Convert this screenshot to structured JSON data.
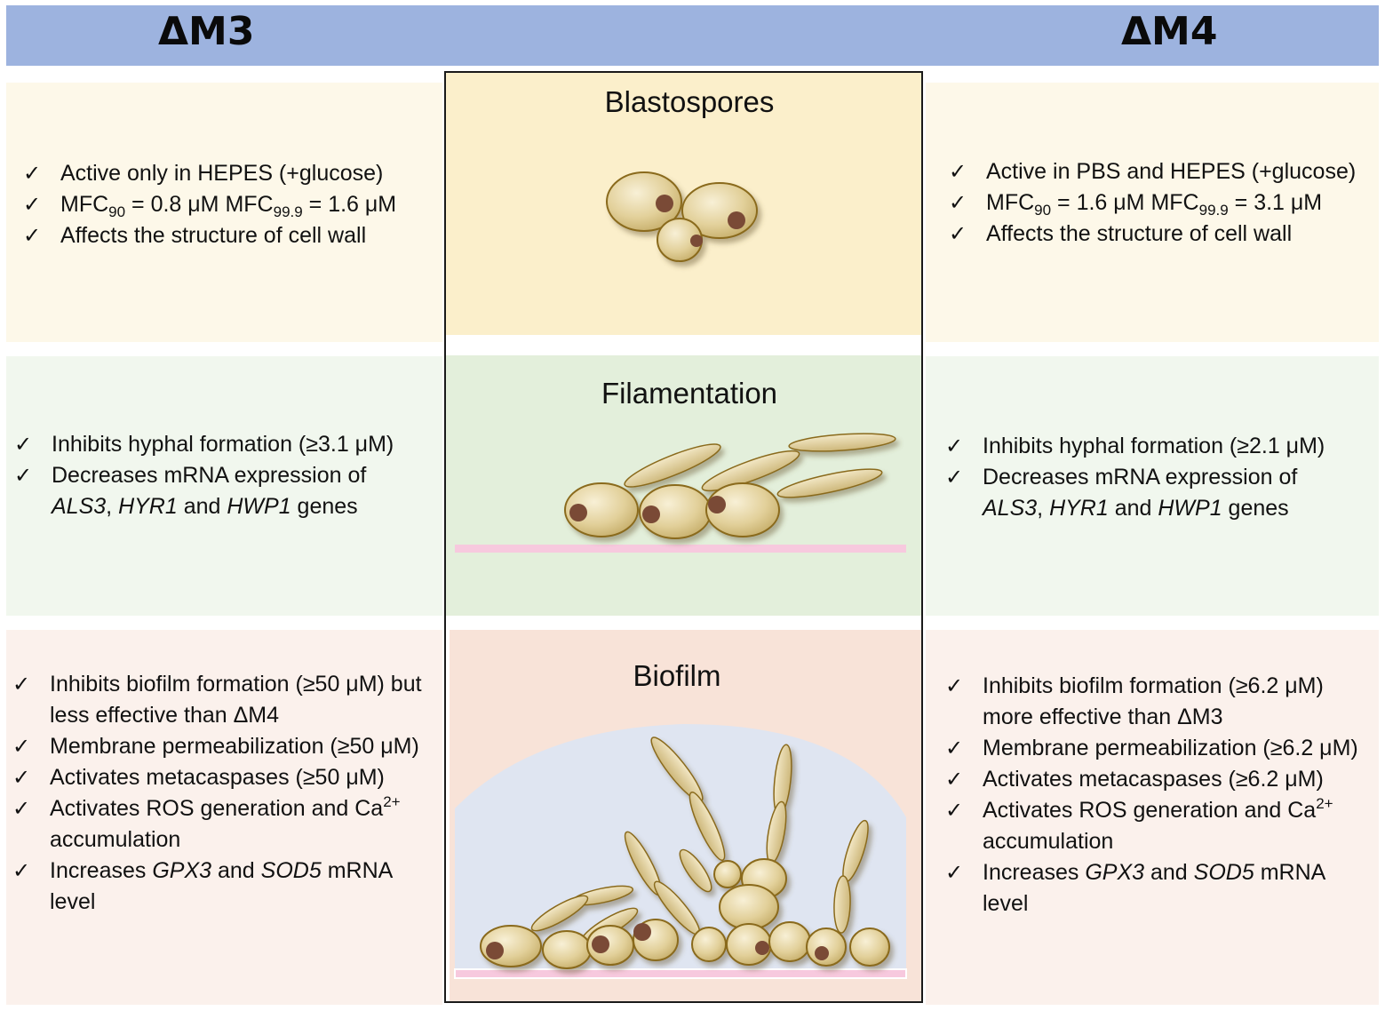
{
  "header": {
    "left_title": "ΔM3",
    "right_title": "ΔM4"
  },
  "sections": {
    "blastospores": {
      "title": "Blastospores"
    },
    "filamentation": {
      "title": "Filamentation"
    },
    "biofilm": {
      "title": "Biofilm"
    }
  },
  "left": {
    "blastospores": {
      "item1": "Active only in HEPES (+glucose)",
      "item2": {
        "mfc": "MFC",
        "sub1": "90",
        "mid": " = 0.8 μM MFC",
        "sub2": "99.9",
        "end": " = 1.6 μM"
      },
      "item3": "Affects the structure of cell wall"
    },
    "filamentation": {
      "item1": "Inhibits hyphal formation (≥3.1 μM)",
      "item2_text": "Decreases mRNA expression of",
      "gene1": "ALS3",
      "sep1": ", ",
      "gene2": "HYR1",
      "sep2": " and ",
      "gene3": "HWP1",
      "tail": " genes"
    },
    "biofilm": {
      "item1": "Inhibits biofilm formation (≥50 μM) but less effective than ΔM4",
      "item2": "Membrane permeabilization (≥50 μM)",
      "item3": "Activates metacaspases (≥50 μM)",
      "item4_pre": "Activates ROS generation and Ca",
      "item4_sup": "2+",
      "item4_post": " accumulation",
      "item5_pre": "Increases ",
      "item5_g1": "GPX3",
      "item5_mid": " and ",
      "item5_g2": "SOD5",
      "item5_post": " mRNA level"
    }
  },
  "right": {
    "blastospores": {
      "item1": "Active in PBS and HEPES (+glucose)",
      "item2": {
        "mfc": "MFC",
        "sub1": "90",
        "mid": " = 1.6 μM MFC",
        "sub2": "99.9",
        "end": " = 3.1 μM"
      },
      "item3": "Affects the structure of cell wall"
    },
    "filamentation": {
      "item1": "Inhibits hyphal formation (≥2.1 μM)",
      "item2_text": "Decreases mRNA expression of",
      "gene1": "ALS3",
      "sep1": ", ",
      "gene2": "HYR1",
      "sep2": " and ",
      "gene3": "HWP1",
      "tail": " genes"
    },
    "biofilm": {
      "item1": "Inhibits biofilm formation (≥6.2 μM) more effective than ΔM3",
      "item2": "Membrane permeabilization (≥6.2 μM)",
      "item3": "Activates metacaspases (≥6.2 μM)",
      "item4_pre": "Activates ROS generation and Ca",
      "item4_sup": "2+",
      "item4_post": " accumulation",
      "item5_pre": "Increases ",
      "item5_g1": "GPX3",
      "item5_mid": " and ",
      "item5_g2": "SOD5",
      "item5_post": " mRNA level"
    }
  },
  "check_symbol": "✓",
  "colors": {
    "header": "#9db3df",
    "cell_fill": "#e6d6a2",
    "cell_stroke": "#8a6a1c",
    "nucleus": "#7a4a36",
    "substrate": "#f7c9de",
    "matrix": "#dfe5f1"
  }
}
